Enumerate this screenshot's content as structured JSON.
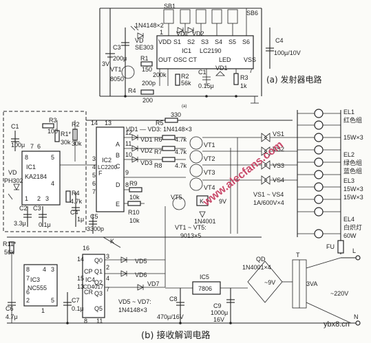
{
  "transmitter": {
    "switches": [
      "SB1",
      "SB6"
    ],
    "diodes_pair": "1N4148×2",
    "vd1": "VD1",
    "vd2": "VD2",
    "vd": "VD",
    "vd_part": "SE303",
    "c3": "C3",
    "c3_val": "200μ",
    "battery": "3V",
    "ic_name": "IC1",
    "ic_part": "LC2190",
    "pin_vdd": "VDD",
    "pins_top": [
      "S1",
      "S2",
      "S3",
      "S4",
      "S5",
      "S6"
    ],
    "pins_bottom": [
      "OUT",
      "OSC",
      "CT",
      "LED",
      "VSS"
    ],
    "pin_1": "1",
    "pin_7": "7",
    "c4": "C4",
    "c4_val": "100μ/10V",
    "vt1": "VT1",
    "vt1_part": "8050",
    "r1": "R1",
    "r1_val": "150",
    "r2": "R2",
    "r2_val": "56k",
    "r_osc": "200k",
    "c_osc": "200p",
    "c1": "C1",
    "c1_val": "0.15μ",
    "vd1b": "VD1",
    "r3": "R3",
    "r3_val": "1k",
    "r4": "R4",
    "r4_val": "200",
    "caption": "(a) 发射器电路",
    "sub_a": "(a)"
  },
  "receiver": {
    "c1": "C1",
    "c1_val": "100μ",
    "r3": "R3",
    "r3_val": "100",
    "r1": "R1*",
    "r1_val": "30k",
    "r2": "R2",
    "r2_val": "30k",
    "ic1": "IC1",
    "ic1_part": "KA2184",
    "pins_ic1": [
      "7",
      "6",
      "8",
      "5",
      "1",
      "2",
      "4",
      "3"
    ],
    "vd": "VD",
    "vd_part": "PH302",
    "c2": "C2",
    "c3": "C3",
    "c23_val": "3.3μ",
    "c3_val": "0.1μ",
    "r4": "R4",
    "r4_val": "4.7k",
    "c4": "C4",
    "c4_val": "1μ",
    "ic2": "IC2",
    "ic2_part": "LC2200",
    "ic2_pins_left": [
      "14",
      "13",
      "3",
      "4",
      "5",
      "6",
      "7"
    ],
    "ic2_pins_right": [
      "12",
      "11",
      "10",
      "9",
      "8"
    ],
    "ic2_ports": [
      "A",
      "B",
      "C",
      "D",
      "E",
      "F"
    ],
    "c5": "C5",
    "c5_val": "3300p",
    "r5": "R5",
    "r5_val": "330",
    "diodes_label": "VD1 — VD3: 1N4148×3",
    "vd1": "VD1",
    "vd2": "VD2",
    "vd3": "VD3",
    "r6": "R6",
    "r6_val": "4.7k",
    "r7": "R7",
    "r7_val": "4.7k",
    "r8": "R8",
    "r8_val": "4.7k",
    "r9": "R9",
    "r9_val": "10k",
    "r10": "R10",
    "r10_val": "10k",
    "vt": [
      "VT1",
      "VT2",
      "VT3",
      "VT4",
      "VT5"
    ],
    "vt_label": "VT1 ~ VT5:",
    "vt_part": "9013×5",
    "k": "K",
    "k_switch": "K",
    "relay_diode": "1N4001",
    "v9": "9V",
    "vs": [
      "VS1",
      "VS2",
      "VS3",
      "VS4"
    ],
    "vs_label": "VS1 ~ VS4",
    "vs_part": "1A/600V×4",
    "el1": "EL1",
    "el1_desc": "红色组",
    "el1_val": "15W×3",
    "el2": "EL2",
    "el2_desc": "绿色组",
    "el2_val": "15W×3",
    "el3": "EL3",
    "el3_desc": "蓝色组",
    "el3_val": "15W×3",
    "el4": "EL4",
    "el4_desc": "白炽灯",
    "el4_val": "60W",
    "fu": "FU",
    "l": "L",
    "n": "N",
    "r11": "R11*",
    "r11_val": "56k",
    "ic3": "IC3",
    "ic3_part": "NC555",
    "ic3_pins": [
      "8",
      "4",
      "7",
      "6",
      "2",
      "5",
      "1",
      "3"
    ],
    "c6": "C6",
    "c6_val": "4.7μ",
    "c7": "C7",
    "c7_val": "0.1μ",
    "ic4": "IC4",
    "ic4_part": "CD4017",
    "ic4_pins": [
      "16",
      "14",
      "15",
      "8",
      "13",
      "3",
      "2",
      "4",
      "7",
      "11"
    ],
    "ic4_out": [
      "Q0",
      "Q1",
      "Q2",
      "Q3",
      "Q5"
    ],
    "cp": "CP",
    "cr": "CR",
    "vd5": "VD5",
    "vd6": "VD6",
    "vd7": "VD7",
    "vd57_label": "VD5 ~ VD7:",
    "vd57_part": "1N4148×3",
    "c8": "C8",
    "c8_val": "470μ/16V",
    "ic5": "IC5",
    "ic5_part": "7806",
    "c9": "C9",
    "c9_val": "1000μ",
    "c9_v": "16V",
    "qd": "QD",
    "qd_part": "1N4001×4",
    "sec_v": "~9V",
    "t": "T",
    "t_val": "3VA",
    "mains": "~220V",
    "caption": "(b) 接收解调电路"
  },
  "watermarks": {
    "site": "www.alecfans.com",
    "corner": "ybx8.cn"
  }
}
